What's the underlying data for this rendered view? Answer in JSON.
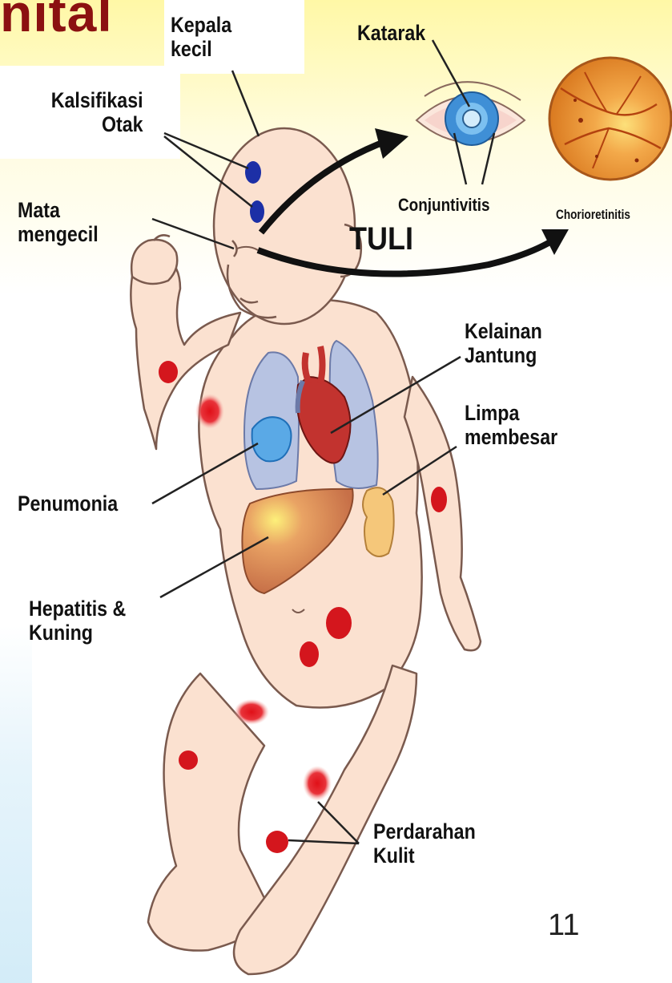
{
  "slide": {
    "title_fragment": "nital",
    "page_number": "11"
  },
  "labels": {
    "kepala_kecil": [
      "Kepala",
      "kecil"
    ],
    "katarak": "Katarak",
    "kalsifikasi_otak": [
      "Kalsifikasi",
      "Otak"
    ],
    "mata_mengecil": [
      "Mata",
      "mengecil"
    ],
    "conjuntivitis": "Conjuntivitis",
    "chorioretinitis": "Chorioretinitis",
    "tuli": "TULI",
    "kelainan_jantung": [
      "Kelainan",
      "Jantung"
    ],
    "limpa_membesar": [
      "Limpa",
      "membesar"
    ],
    "penumonia": "Penumonia",
    "hepatitis_kuning": [
      "Hepatitis &",
      "Kuning"
    ],
    "perdarahan_kulit": [
      "Perdarahan",
      "Kulit"
    ]
  },
  "colors": {
    "title": "#8b1111",
    "skin": "#fbe1d0",
    "skin_outline": "#7a5a4e",
    "lung": "#b7c3e2",
    "heart": "#c2332f",
    "liver": "#d9875a",
    "spleen": "#f5c77a",
    "spot": "#d4161d",
    "retina": "#e9902f",
    "iris": "#3f8fd6",
    "calcification": "#1c2fa6"
  },
  "icons": [
    "eye-icon",
    "retina-icon",
    "baby-figure",
    "heart-icon",
    "lung-icon",
    "liver-icon",
    "spleen-icon",
    "skin-spot-icon",
    "arrow-icon"
  ]
}
